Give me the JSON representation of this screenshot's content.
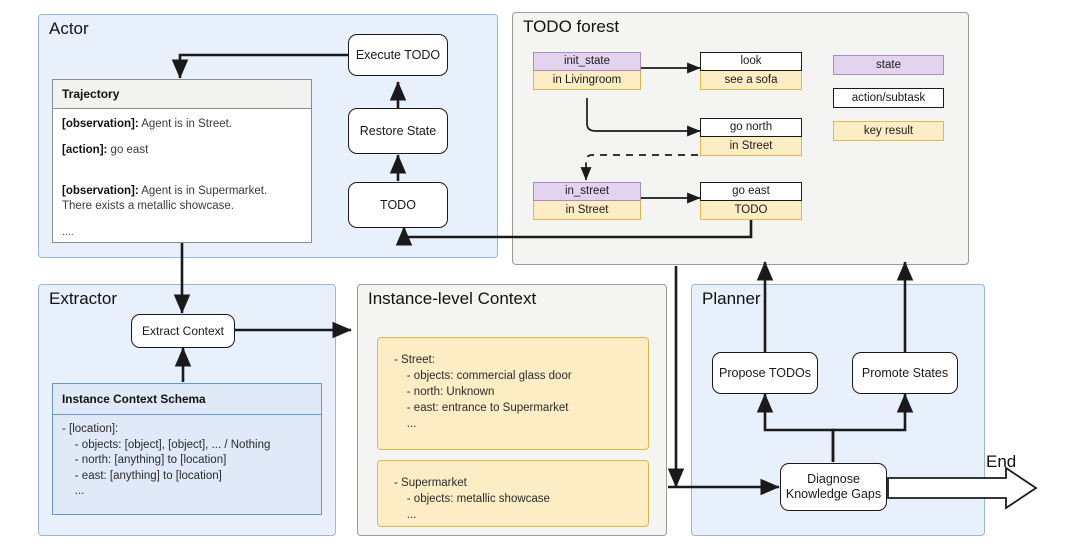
{
  "panels": {
    "actor": {
      "title": "Actor"
    },
    "todo_forest": {
      "title": "TODO forest"
    },
    "extractor": {
      "title": "Extractor"
    },
    "instance_context": {
      "title": "Instance-level Context"
    },
    "planner": {
      "title": "Planner"
    }
  },
  "actor": {
    "execute_todo": "Execute TODO",
    "restore_state": "Restore State",
    "todo": "TODO",
    "trajectory": {
      "header": "Trajectory",
      "lines": [
        {
          "label": "[observation]:",
          "text": " Agent is in Street."
        },
        {
          "label": "[action]:",
          "text": " go east"
        },
        {
          "label": "[observation]:",
          "text": " Agent is in Supermarket.\nThere exists a metallic showcase."
        },
        {
          "label": "",
          "text": "...."
        }
      ]
    }
  },
  "todo_forest": {
    "nodes": [
      {
        "id": "init_state",
        "kind": "state",
        "top": "init_state",
        "bottom": "in Livingroom"
      },
      {
        "id": "look",
        "kind": "action",
        "top": "look",
        "bottom": "see a sofa"
      },
      {
        "id": "go_north",
        "kind": "action",
        "top": "go north",
        "bottom": "in Street"
      },
      {
        "id": "in_street",
        "kind": "state",
        "top": "in_street",
        "bottom": "in Street"
      },
      {
        "id": "go_east",
        "kind": "action",
        "top": "go east",
        "bottom": "TODO"
      }
    ],
    "legend": [
      {
        "id": "state",
        "label": "state"
      },
      {
        "id": "action",
        "label": "action/subtask"
      },
      {
        "id": "key",
        "label": "key result"
      }
    ]
  },
  "extractor": {
    "extract_context": "Extract Context",
    "schema": {
      "header": "Instance Context Schema",
      "body": "- [location]:\n    - objects: [object], [object], ... / Nothing\n    - north: [anything] to [location]\n    - east: [anything] to [location]\n    ..."
    }
  },
  "instance_context": {
    "cards": [
      {
        "id": "street",
        "body": "- Street:\n    - objects: commercial glass door\n    - north: Unknown\n    - east: entrance to Supermarket\n    ..."
      },
      {
        "id": "supermarket",
        "body": "- Supermarket\n    - objects: metallic showcase\n    ..."
      }
    ]
  },
  "planner": {
    "propose_todos": "Propose TODOs",
    "promote_states": "Promote States",
    "diagnose": "Diagnose\nKnowledge Gaps"
  },
  "flow": {
    "end_label": "End"
  },
  "colors": {
    "panel_blue_bg": "#e8f0fb",
    "panel_blue_border": "#9ab6dd",
    "panel_gray_bg": "#f4f4f2",
    "panel_gray_border": "#9a9a9a",
    "state_fill": "#e3d3ef",
    "state_border": "#a98bc4",
    "key_result_fill": "#fdedc4",
    "key_result_border": "#e0b84e",
    "stroke": "#1a1a1a"
  }
}
